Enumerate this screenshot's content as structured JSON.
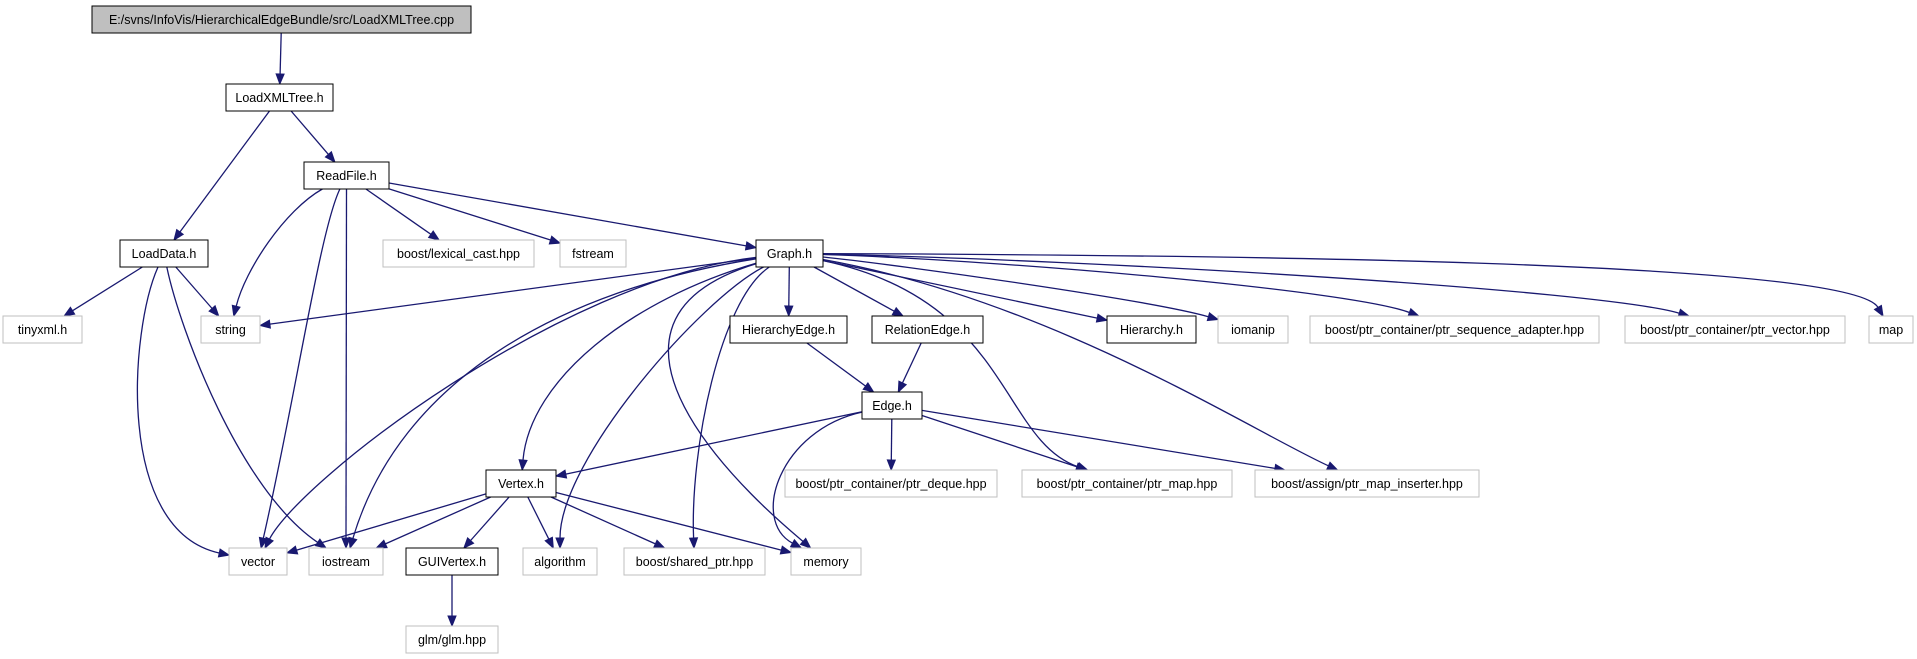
{
  "diagram": {
    "nodes": [
      {
        "id": "root",
        "label": "E:/svns/InfoVis/HierarchicalEdgeBundle/src/LoadXMLTree.cpp",
        "kind": "root"
      },
      {
        "id": "loadxmltree_h",
        "label": "LoadXMLTree.h",
        "kind": "internal"
      },
      {
        "id": "readfile_h",
        "label": "ReadFile.h",
        "kind": "internal"
      },
      {
        "id": "loaddata_h",
        "label": "LoadData.h",
        "kind": "internal"
      },
      {
        "id": "lexical_cast",
        "label": "boost/lexical_cast.hpp",
        "kind": "external"
      },
      {
        "id": "fstream",
        "label": "fstream",
        "kind": "external"
      },
      {
        "id": "graph_h",
        "label": "Graph.h",
        "kind": "internal"
      },
      {
        "id": "tinyxml",
        "label": "tinyxml.h",
        "kind": "external"
      },
      {
        "id": "string",
        "label": "string",
        "kind": "external"
      },
      {
        "id": "hierarchyedge_h",
        "label": "HierarchyEdge.h",
        "kind": "internal"
      },
      {
        "id": "relationedge_h",
        "label": "RelationEdge.h",
        "kind": "internal"
      },
      {
        "id": "hierarchy_h",
        "label": "Hierarchy.h",
        "kind": "internal"
      },
      {
        "id": "iomanip",
        "label": "iomanip",
        "kind": "external"
      },
      {
        "id": "ptr_seq",
        "label": "boost/ptr_container/ptr_sequence_adapter.hpp",
        "kind": "external"
      },
      {
        "id": "ptr_vector",
        "label": "boost/ptr_container/ptr_vector.hpp",
        "kind": "external"
      },
      {
        "id": "map",
        "label": "map",
        "kind": "external"
      },
      {
        "id": "edge_h",
        "label": "Edge.h",
        "kind": "internal"
      },
      {
        "id": "vertex_h",
        "label": "Vertex.h",
        "kind": "internal"
      },
      {
        "id": "ptr_deque",
        "label": "boost/ptr_container/ptr_deque.hpp",
        "kind": "external"
      },
      {
        "id": "ptr_map",
        "label": "boost/ptr_container/ptr_map.hpp",
        "kind": "external"
      },
      {
        "id": "map_inserter",
        "label": "boost/assign/ptr_map_inserter.hpp",
        "kind": "external"
      },
      {
        "id": "vector",
        "label": "vector",
        "kind": "external"
      },
      {
        "id": "iostream",
        "label": "iostream",
        "kind": "external"
      },
      {
        "id": "guivertex_h",
        "label": "GUIVertex.h",
        "kind": "internal"
      },
      {
        "id": "algorithm",
        "label": "algorithm",
        "kind": "external"
      },
      {
        "id": "shared_ptr",
        "label": "boost/shared_ptr.hpp",
        "kind": "external"
      },
      {
        "id": "memory",
        "label": "memory",
        "kind": "external"
      },
      {
        "id": "glm",
        "label": "glm/glm.hpp",
        "kind": "external"
      }
    ],
    "edges": [
      {
        "from": "root",
        "to": "loadxmltree_h"
      },
      {
        "from": "loadxmltree_h",
        "to": "loaddata_h"
      },
      {
        "from": "loadxmltree_h",
        "to": "readfile_h"
      },
      {
        "from": "readfile_h",
        "to": "string"
      },
      {
        "from": "readfile_h",
        "to": "vector"
      },
      {
        "from": "readfile_h",
        "to": "iostream"
      },
      {
        "from": "readfile_h",
        "to": "lexical_cast"
      },
      {
        "from": "readfile_h",
        "to": "fstream"
      },
      {
        "from": "readfile_h",
        "to": "graph_h"
      },
      {
        "from": "loaddata_h",
        "to": "tinyxml"
      },
      {
        "from": "loaddata_h",
        "to": "string"
      },
      {
        "from": "loaddata_h",
        "to": "vector"
      },
      {
        "from": "loaddata_h",
        "to": "iostream"
      },
      {
        "from": "graph_h",
        "to": "string"
      },
      {
        "from": "graph_h",
        "to": "vector"
      },
      {
        "from": "graph_h",
        "to": "iostream"
      },
      {
        "from": "graph_h",
        "to": "vertex_h"
      },
      {
        "from": "graph_h",
        "to": "algorithm"
      },
      {
        "from": "graph_h",
        "to": "shared_ptr"
      },
      {
        "from": "graph_h",
        "to": "memory"
      },
      {
        "from": "graph_h",
        "to": "hierarchyedge_h"
      },
      {
        "from": "graph_h",
        "to": "relationedge_h"
      },
      {
        "from": "graph_h",
        "to": "ptr_map"
      },
      {
        "from": "graph_h",
        "to": "map_inserter"
      },
      {
        "from": "graph_h",
        "to": "hierarchy_h"
      },
      {
        "from": "graph_h",
        "to": "iomanip"
      },
      {
        "from": "graph_h",
        "to": "ptr_seq"
      },
      {
        "from": "graph_h",
        "to": "ptr_vector"
      },
      {
        "from": "graph_h",
        "to": "map"
      },
      {
        "from": "hierarchyedge_h",
        "to": "edge_h"
      },
      {
        "from": "relationedge_h",
        "to": "edge_h"
      },
      {
        "from": "edge_h",
        "to": "vertex_h"
      },
      {
        "from": "edge_h",
        "to": "memory"
      },
      {
        "from": "edge_h",
        "to": "ptr_deque"
      },
      {
        "from": "edge_h",
        "to": "ptr_map"
      },
      {
        "from": "edge_h",
        "to": "map_inserter"
      },
      {
        "from": "vertex_h",
        "to": "vector"
      },
      {
        "from": "vertex_h",
        "to": "iostream"
      },
      {
        "from": "vertex_h",
        "to": "guivertex_h"
      },
      {
        "from": "vertex_h",
        "to": "algorithm"
      },
      {
        "from": "vertex_h",
        "to": "shared_ptr"
      },
      {
        "from": "vertex_h",
        "to": "memory"
      },
      {
        "from": "guivertex_h",
        "to": "glm"
      }
    ]
  },
  "colors": {
    "edge": "#191970",
    "root_fill": "#bfbfbf",
    "internal_border": "#000000",
    "external_border": "#bfbfbf",
    "background": "#ffffff"
  }
}
